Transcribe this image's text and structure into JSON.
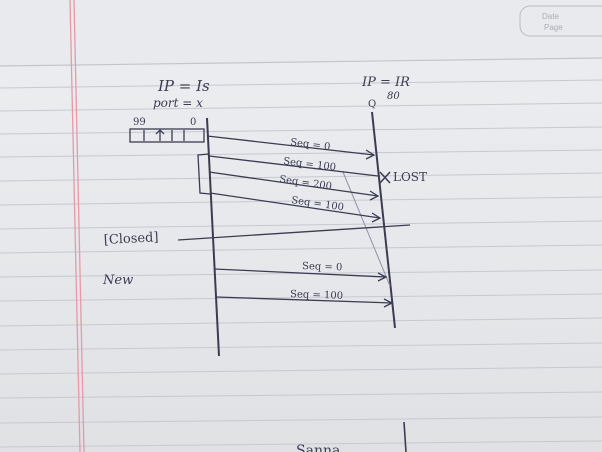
{
  "notebook": {
    "stamp": {
      "date_label": "Date",
      "page_label": "Page"
    },
    "ink_color": "#3b3c52",
    "margin_line_color": "#e59aa6",
    "rule_line_color": "#c6c9d1"
  },
  "diagram": {
    "client_ip": "IP = Is",
    "client_port": "port = x",
    "server_ip": "IP = IR",
    "server_port": "80",
    "server_marker": "Q",
    "buffer_left": "99",
    "buffer_right": "0",
    "arrows": [
      {
        "label": "Seq = 0"
      },
      {
        "label": "Seq = 100"
      },
      {
        "label": "Seq = 200"
      },
      {
        "label": "Seq = 100"
      },
      {
        "label": "Seq = 0"
      },
      {
        "label": "Seq = 100"
      }
    ],
    "lost_label": "LOST",
    "closed_label": "[Closed]",
    "new_label": "New",
    "bottom_partial_text": "Sanna"
  }
}
